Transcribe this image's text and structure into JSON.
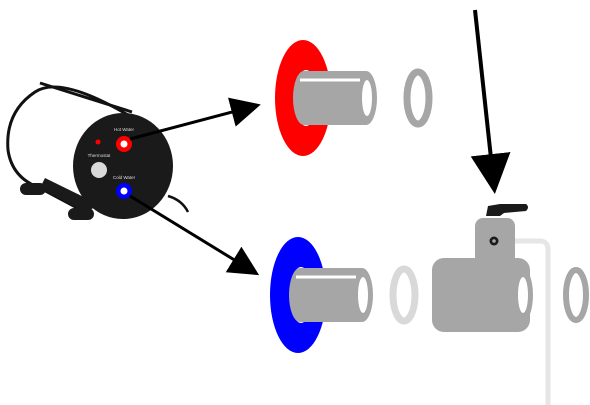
{
  "heater": {
    "labels": {
      "hot_water": "Hot Water",
      "thermostat": "Thermostat",
      "cold_water": "Cold Water"
    }
  },
  "colors": {
    "hot": "#ff0000",
    "cold": "#0000ff",
    "fitting": "#a6a6a6",
    "washer": "#a6a6a6",
    "washer_light": "#d9d9d9",
    "body": "#1a1a1a",
    "arrow": "#000000",
    "drain_pipe": "#e6e6e6"
  },
  "icons": {
    "heater": "water-heater-icon",
    "valve": "safety-valve-icon",
    "arrow": "arrow-icon"
  }
}
